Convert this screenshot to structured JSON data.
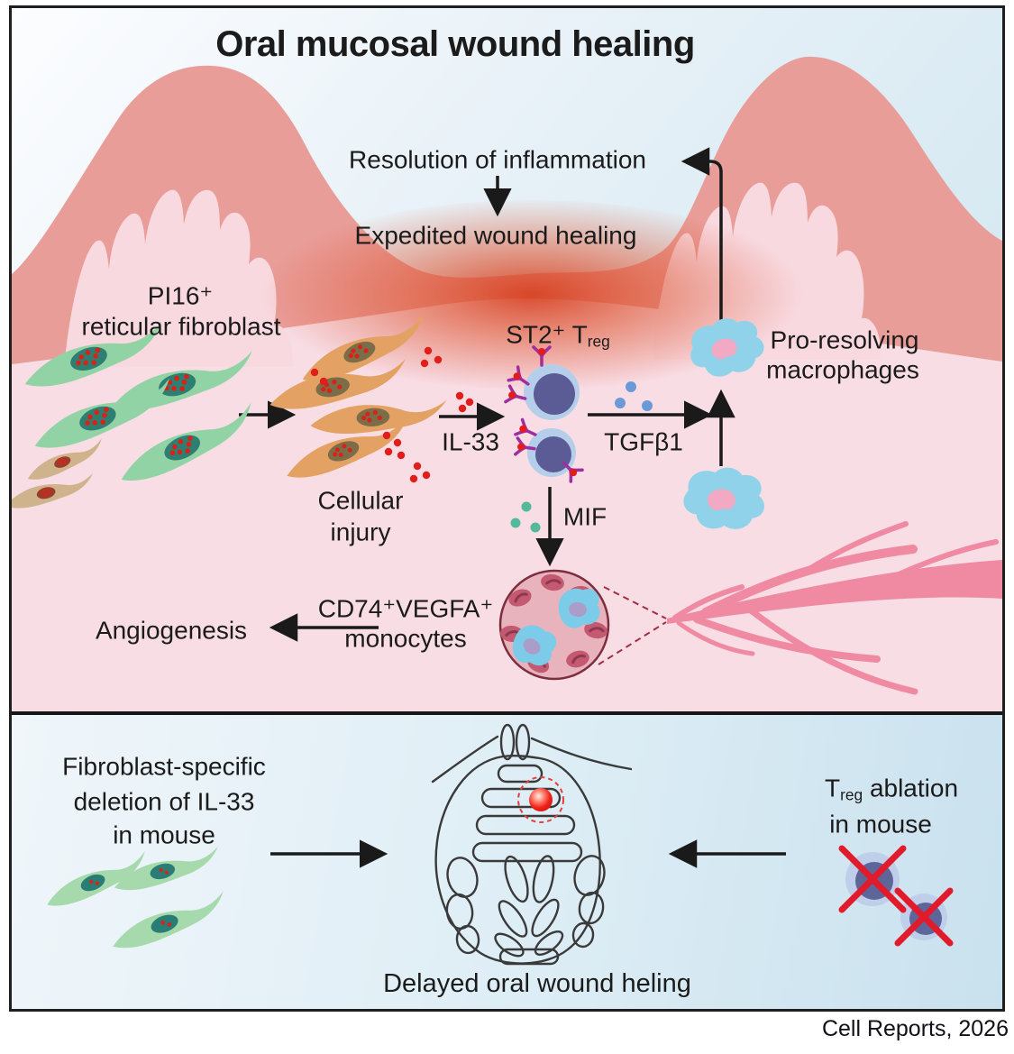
{
  "title": "Oral mucosal wound healing",
  "upper": {
    "resolution": "Resolution of inflammation",
    "expedited": "Expedited wound healing",
    "pi16_line1": "PI16⁺",
    "pi16_line2": "reticular fibroblast",
    "injury_line1": "Cellular",
    "injury_line2": "injury",
    "il33": "IL-33",
    "st2_prefix": "ST2⁺ T",
    "st2_sub": "reg",
    "tgfb1": "TGFβ1",
    "prores_line1": "Pro-resolving",
    "prores_line2": "macrophages",
    "mif": "MIF",
    "cd74_line1": "CD74⁺VEGFA⁺",
    "cd74_line2": "monocytes",
    "angiogenesis": "Angiogenesis"
  },
  "lower": {
    "fibro_line1": "Fibroblast-specific",
    "fibro_line2": "deletion of IL-33",
    "fibro_line3": "in mouse",
    "treg_prefix": "T",
    "treg_sub": "reg",
    "treg_rest": " ablation",
    "treg_line2": "in mouse",
    "delayed": "Delayed oral wound heling"
  },
  "credit": "Cell Reports, 2026",
  "colors": {
    "epithelium_salmon": "#e99d98",
    "lamina_pink": "#f8dde5",
    "wound_red": "#d63f1f",
    "sky_blue": "#d7e9f2",
    "fibroblast_green": "#92d3a6",
    "fibroblast_orange": "#e3a263",
    "treg_blue": "#b5cfeb",
    "treg_nucleus": "#5b5b95",
    "receptor_purple": "#9f2f9e",
    "il33_dot_red": "#e31d1a",
    "tgfb1_dot_blue": "#6b99d8",
    "mif_dot_teal": "#54b99b",
    "macrophage_blue": "#8fd2e9",
    "vessel_pink": "#ef8aa2",
    "ablation_x_red": "#e11b2b",
    "line_black": "#1a1a1a"
  }
}
